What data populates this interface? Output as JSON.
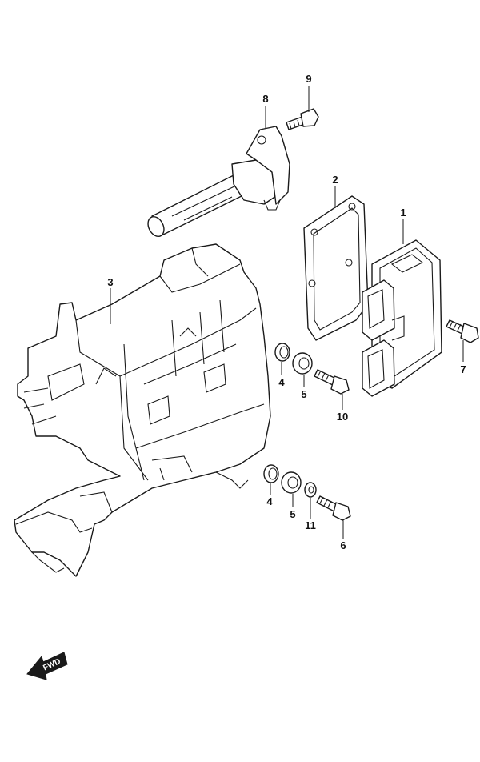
{
  "callouts": {
    "c1": "1",
    "c2": "2",
    "c3": "3",
    "c4a": "4",
    "c4b": "4",
    "c5a": "5",
    "c5b": "5",
    "c6": "6",
    "c7": "7",
    "c8": "8",
    "c9": "9",
    "c10": "10",
    "c11": "11"
  },
  "fwd_arrow": {
    "label": "FWD",
    "icon": "fwd-arrow-icon"
  },
  "colors": {
    "line": "#1a1a1a",
    "background": "#ffffff"
  }
}
